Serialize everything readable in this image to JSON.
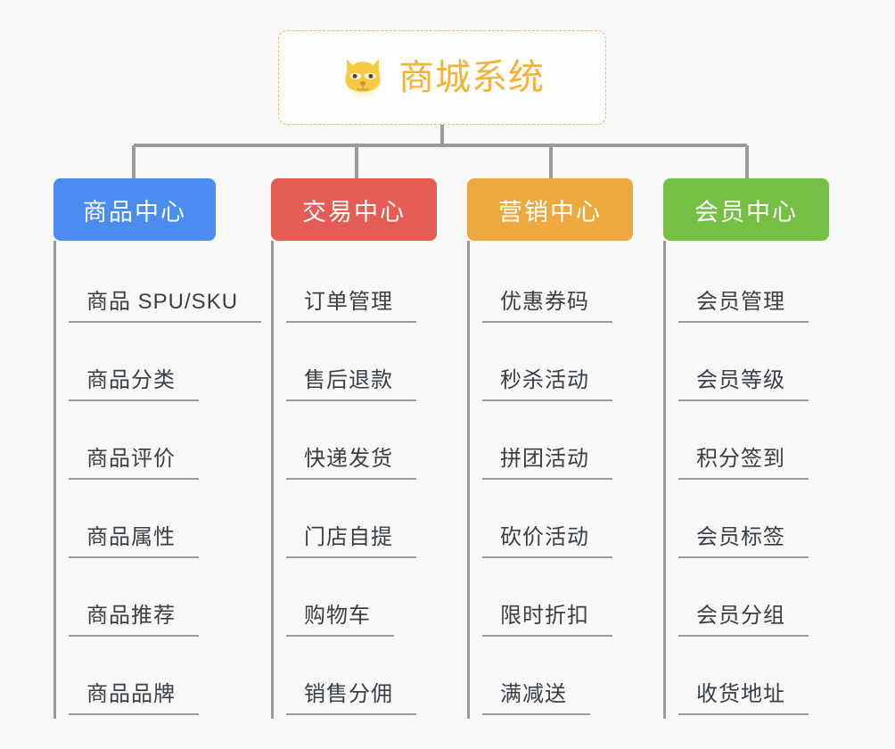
{
  "background_color": "#f8f8f8",
  "root": {
    "title": "商城系统",
    "icon": "dog-face-emoji",
    "text_color": "#f0b43c",
    "border_color": "#e8b96a"
  },
  "connector_color": "#9a9a9a",
  "columns": [
    {
      "category": "商品中心",
      "color": "#4a8cf0",
      "items": [
        "商品 SPU/SKU",
        "商品分类",
        "商品评价",
        "商品属性",
        "商品推荐",
        "商品品牌"
      ]
    },
    {
      "category": "交易中心",
      "color": "#e45c54",
      "items": [
        "订单管理",
        "售后退款",
        "快递发货",
        "门店自提",
        "购物车",
        "销售分佣"
      ]
    },
    {
      "category": "营销中心",
      "color": "#eda93f",
      "items": [
        "优惠券码",
        "秒杀活动",
        "拼团活动",
        "砍价活动",
        "限时折扣",
        "满减送"
      ]
    },
    {
      "category": "会员中心",
      "color": "#74bf44",
      "items": [
        "会员管理",
        "会员等级",
        "积分签到",
        "会员标签",
        "会员分组",
        "收货地址"
      ]
    }
  ]
}
